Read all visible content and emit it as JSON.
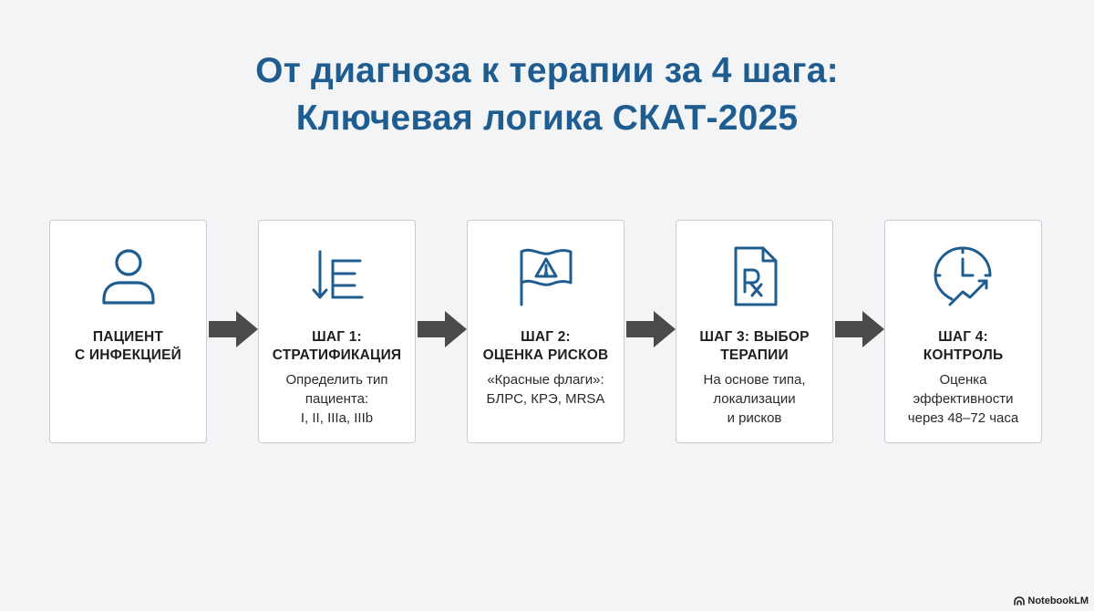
{
  "title": {
    "line1": "От диагноза к терапии за 4 шага:",
    "line2": "Ключевая логика СКАТ-2025"
  },
  "steps": [
    {
      "icon": "patient-icon",
      "heading": [
        "ПАЦИЕНТ",
        "С ИНФЕКЦИЕЙ"
      ],
      "desc": []
    },
    {
      "icon": "stratification-icon",
      "heading": [
        "ШАГ 1:",
        "СТРАТИФИКАЦИЯ"
      ],
      "desc": [
        "Определить тип",
        "пациента:",
        "I, II, IIIa, IIIb"
      ]
    },
    {
      "icon": "warning-flag-icon",
      "heading": [
        "ШАГ 2:",
        "ОЦЕНКА РИСКОВ"
      ],
      "desc": [
        "«Красные флаги»:",
        "БЛРС, КРЭ, MRSA"
      ]
    },
    {
      "icon": "prescription-icon",
      "heading": [
        "ШАГ 3: ВЫБОР",
        "ТЕРАПИИ"
      ],
      "desc": [
        "На основе типа,",
        "локализации",
        "и рисков"
      ]
    },
    {
      "icon": "clock-trend-icon",
      "heading": [
        "ШАГ 4:",
        "КОНТРОЛЬ"
      ],
      "desc": [
        "Оценка",
        "эффективности",
        "через 48–72 часа"
      ]
    }
  ],
  "arrow_icon": "right-arrow-icon",
  "brand": {
    "label": "NotebookLM",
    "icon": "notebooklm-logo-icon"
  },
  "colors": {
    "title": "#1f5d90",
    "icon": "#1f5d90",
    "arrow": "#4a4a4a",
    "background": "#f3f4f6",
    "card": "#ffffff"
  }
}
